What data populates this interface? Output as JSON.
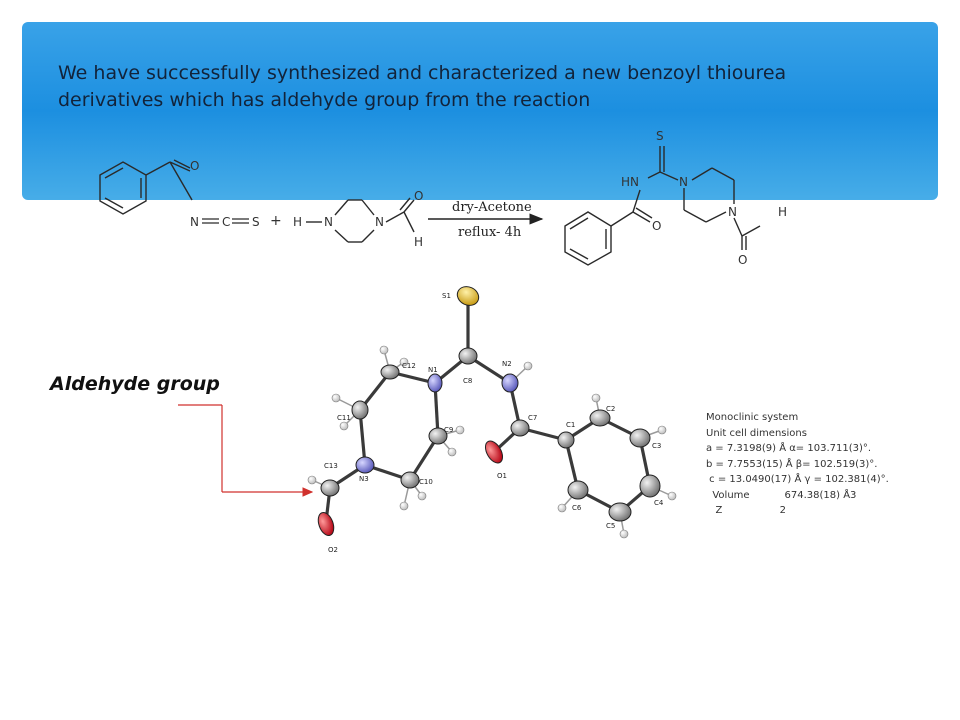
{
  "headline": {
    "line1": "We have successfully synthesized  and characterized  a new benzoyl thiourea",
    "line2": "derivatives which has aldehyde group  from the reaction"
  },
  "reaction": {
    "reactant1_atoms": {
      "o": "O",
      "n": "N",
      "c": "C",
      "s": "S"
    },
    "plus": "+",
    "reactant2_atoms": {
      "h_left": "H",
      "n1": "N",
      "n2": "N",
      "o": "O",
      "h": "H"
    },
    "conditions_top": "dry-Acetone",
    "conditions_bottom": "reflux- 4h",
    "product_atoms": {
      "s": "S",
      "hn": "HN",
      "n1": "N",
      "o_amide": "O",
      "n2": "N",
      "h": "H",
      "o_ald": "O"
    }
  },
  "callout": {
    "label": "Aldehyde group",
    "color": "#d0312d"
  },
  "crystal_labels": {
    "s1": "S1",
    "c8": "C8",
    "n1": "N1",
    "n2": "N2",
    "c12": "C12",
    "c11": "C11",
    "c9": "C9",
    "c7": "C7",
    "c1": "C1",
    "c2": "C2",
    "c3": "C3",
    "c4": "C4",
    "c5": "C5",
    "c6": "C6",
    "o1": "O1",
    "n3": "N3",
    "c10": "C10",
    "c13": "C13",
    "o2": "O2"
  },
  "atom_colors": {
    "carbon": "#8a8a8a",
    "nitrogen": "#7b7bd6",
    "oxygen": "#e0141c",
    "sulfur": "#e6c233",
    "hydrogen": "#e9e9e9"
  },
  "unit_cell": {
    "system": "Monoclinic  system",
    "title": "Unit cell dimensions",
    "a_line": "a = 7.3198(9) Å    α= 103.711(3)°.",
    "b_line": "b = 7.7553(15) Å   β= 102.519(3)°.",
    "c_line": " c = 13.0490(17) Å γ = 102.381(4)°.",
    "volume_line": "  Volume           674.38(18) Å3",
    "z_line": "   Z                  2"
  }
}
